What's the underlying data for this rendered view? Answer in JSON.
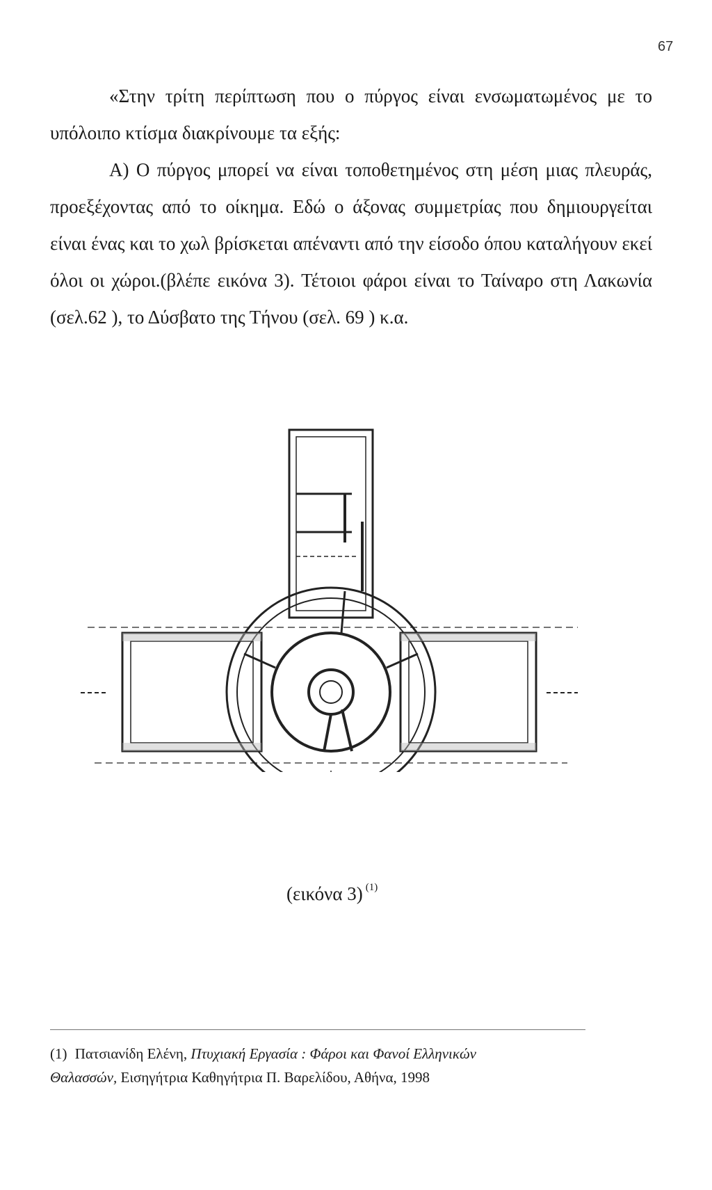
{
  "page_number": "67",
  "paragraphs": [
    "«Στην τρίτη περίπτωση που ο πύργος είναι ενσωματωμένος με το υπόλοιπο κτίσμα διακρίνουμε τα εξής:",
    "Α) Ο πύργος μπορεί να είναι τοποθετημένος στη μέση μιας πλευράς, προεξέχοντας από το οίκημα. Εδώ ο άξονας συμμετρίας που δημιουργείται είναι ένας και το χωλ βρίσκεται απέναντι από την είσοδο όπου καταλήγουν εκεί όλοι οι χώροι.(βλέπε εικόνα 3). Τέτοιοι φάροι είναι το Ταίναρο στη Λακωνία (σελ.62 ), το Δύσβατο της Τήνου (σελ. 69 ) κ.α."
  ],
  "figure": {
    "caption": "(εικόνα 3)",
    "caption_ref": "(1)"
  },
  "footnote": {
    "ref": "(1)",
    "author": "Πατσιανίδη Ελένη,",
    "title_part1": "Πτυχιακή Εργασία : Φάροι και Φανοί Ελληνικών",
    "title_part2": "Θαλασσών,",
    "rest": "Εισηγήτρια Καθηγήτρια Π. Βαρελίδου, Αθήνα, 1998"
  }
}
